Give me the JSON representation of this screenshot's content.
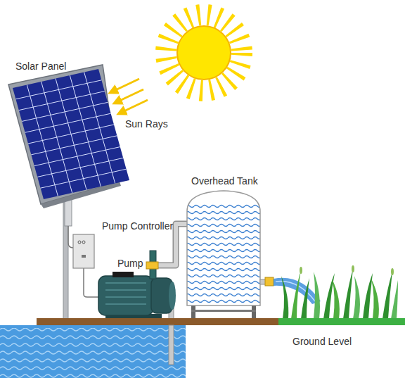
{
  "diagram": {
    "labels": [
      "Solar Panel",
      "Sun Rays",
      "Overhead Tank",
      "Pump Controller",
      "Pump",
      "Ground Level"
    ]
  }
}
